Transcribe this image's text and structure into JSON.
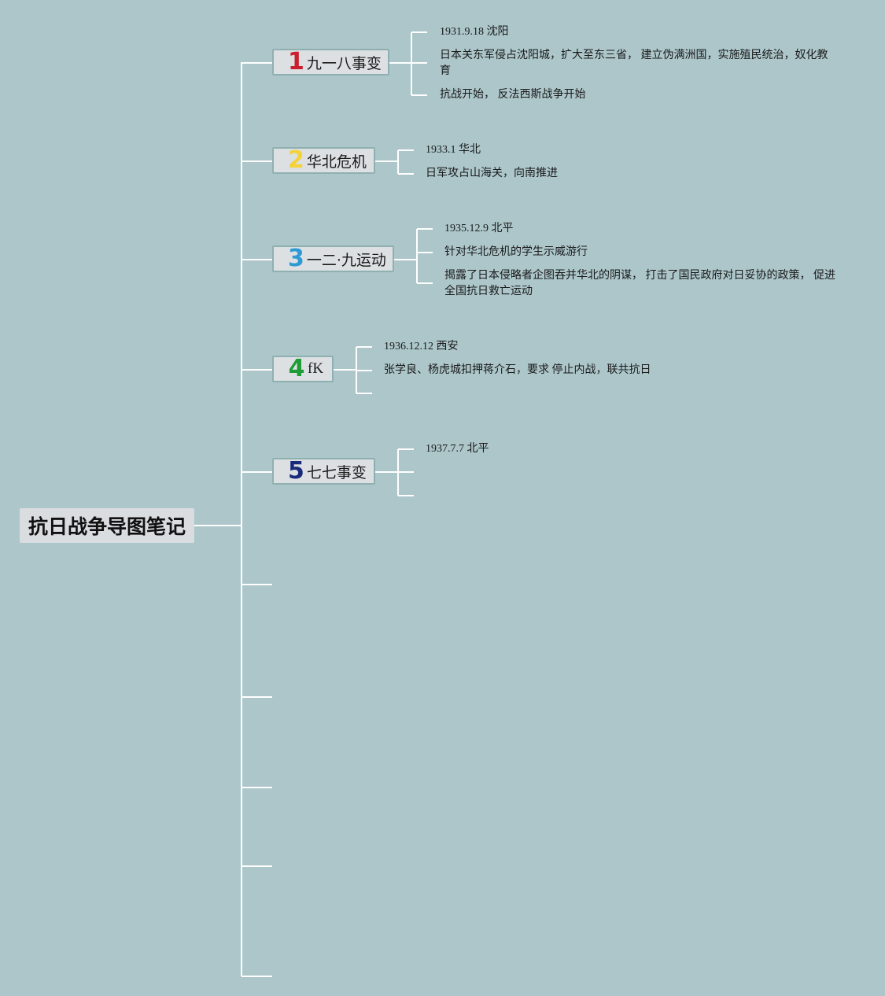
{
  "title": "抗日战争导图笔记",
  "colors": {
    "background": "#acc6ca",
    "connector": "#ffffff",
    "topic_fill": "#dde0e2",
    "num_1": "#cc1f2d",
    "num_2": "#f3d23a",
    "num_3": "#2d9ad6",
    "num_4": "#1f9c35",
    "num_5": "#1a2a7a"
  },
  "topics": [
    {
      "num": "1",
      "label": "九一八事变",
      "notes": [
        "1931.9.18 沈阳",
        "日本关东军侵占沈阳城，扩大至东三省， 建立伪满洲国，实施殖民统治，奴化教育",
        "抗战开始， 反法西斯战争开始"
      ]
    },
    {
      "num": "2",
      "label": "华北危机",
      "notes": [
        "1933.1 华北",
        "日军攻占山海关，向南推进"
      ]
    },
    {
      "num": "3",
      "label": "一二·九运动",
      "notes": [
        "1935.12.9 北平",
        "针对华北危机的学生示威游行",
        "揭露了日本侵略者企图吞并华北的阴谋， 打击了国民政府对日妥协的政策， 促进全国抗日救亡运动"
      ]
    },
    {
      "num": "4",
      "label": "fK",
      "notes": [
        "1936.12.12 西安",
        "张学良、杨虎城扣押蒋介石，要求 停止内战，联共抗日"
      ]
    },
    {
      "num": "5",
      "label": "七七事变",
      "notes": [
        "1937.7.7 北平"
      ]
    }
  ]
}
